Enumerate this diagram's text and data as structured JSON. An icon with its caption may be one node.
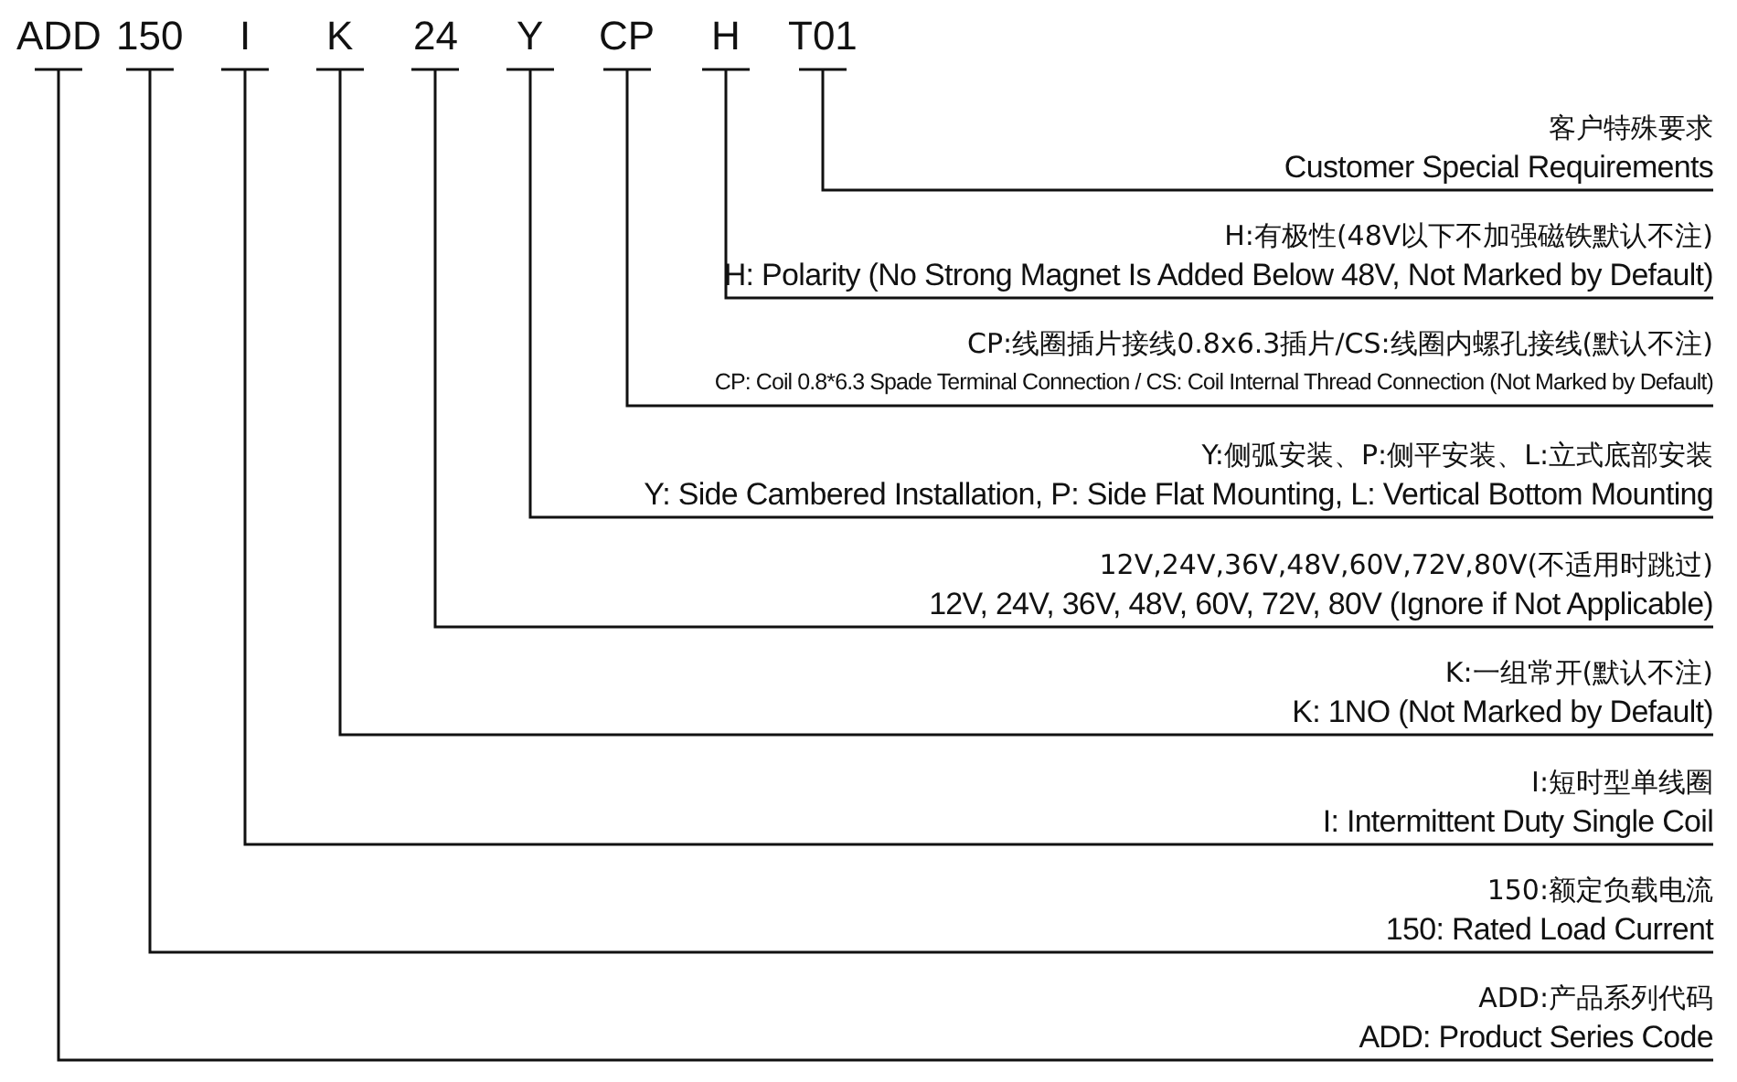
{
  "diagram": {
    "nodes": [
      {
        "text": [
          "ADD"
        ]
      },
      {
        "text": [
          "150"
        ]
      },
      {
        "text": [
          "I"
        ]
      },
      {
        "text": [
          "K"
        ]
      },
      {
        "text": [
          "24"
        ]
      },
      {
        "text": [
          "Y"
        ]
      },
      {
        "text": [
          "CP"
        ]
      },
      {
        "text": [
          "H"
        ]
      },
      {
        "text": [
          "T01"
        ]
      },
      {
        "text": [
          "客户特殊要求",
          "Customer Special Requirements"
        ]
      },
      {
        "text": [
          "H:有极性(48V以下不加强磁铁默认不注)",
          "H: Polarity (No Strong Magnet Is Added Below 48V, Not Marked by Default)"
        ]
      },
      {
        "text": [
          "CP:线圈插片接线0.8x6.3插片/CS:线圈内螺孔接线(默认不注)",
          "CP: Coil 0.8*6.3 Spade Terminal Connection / CS: Coil Internal Thread Connection (Not Marked by Default)"
        ]
      },
      {
        "text": [
          "Y:侧弧安装、P:侧平安装、L:立式底部安装",
          "Y: Side Cambered Installation, P: Side Flat Mounting, L: Vertical Bottom Mounting"
        ]
      },
      {
        "text": [
          "12V,24V,36V,48V,60V,72V,80V(不适用时跳过)",
          "12V, 24V, 36V, 48V, 60V, 72V, 80V (Ignore if Not Applicable)"
        ]
      },
      {
        "text": [
          "K:一组常开(默认不注)",
          "K: 1NO (Not Marked by Default)"
        ]
      },
      {
        "text": [
          "I:短时型单线圈",
          "I: Intermittent Duty Single Coil"
        ]
      },
      {
        "text": [
          "150:额定负载电流",
          "150: Rated Load Current"
        ]
      },
      {
        "text": [
          "ADD:产品系列代码",
          "ADD: Product Series Code"
        ]
      }
    ],
    "edges": [
      {
        "from": 0,
        "to": 17,
        "arrow": "none"
      },
      {
        "from": 1,
        "to": 16,
        "arrow": "none"
      },
      {
        "from": 2,
        "to": 15,
        "arrow": "none"
      },
      {
        "from": 3,
        "to": 14,
        "arrow": "none"
      },
      {
        "from": 4,
        "to": 13,
        "arrow": "none"
      },
      {
        "from": 5,
        "to": 12,
        "arrow": "none"
      },
      {
        "from": 6,
        "to": 11,
        "arrow": "none"
      },
      {
        "from": 7,
        "to": 10,
        "arrow": "none"
      },
      {
        "from": 8,
        "to": 9,
        "arrow": "none"
      }
    ]
  }
}
